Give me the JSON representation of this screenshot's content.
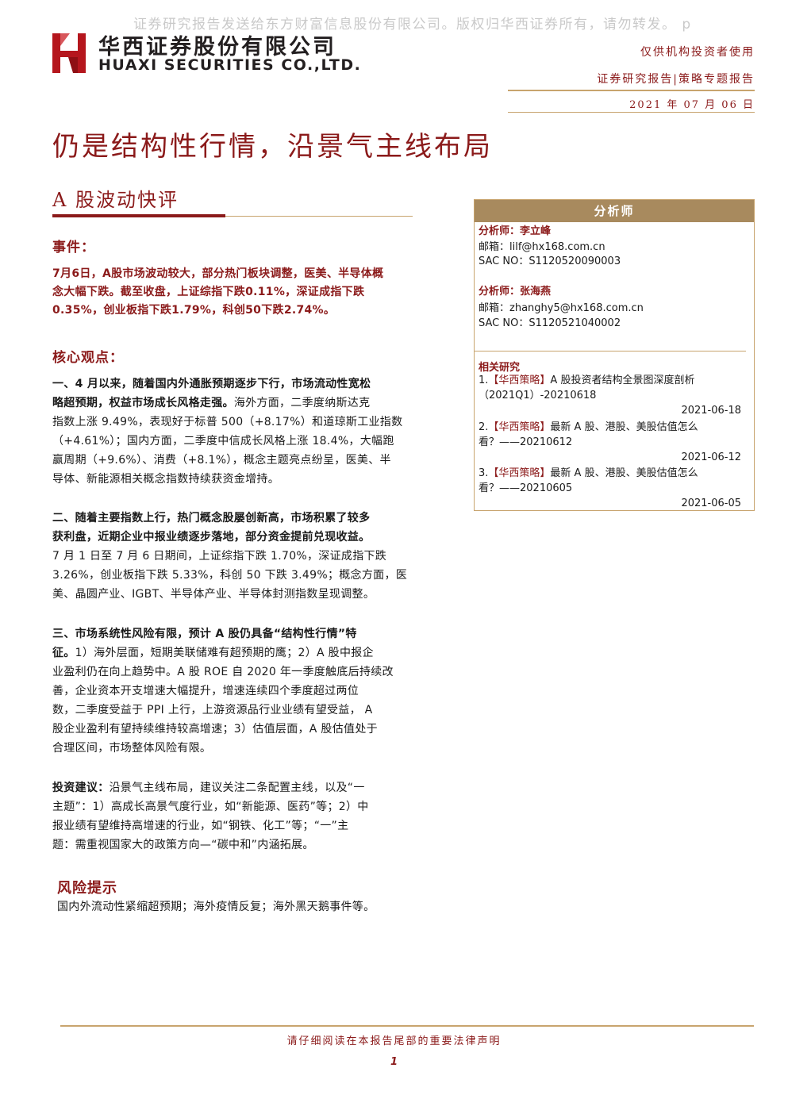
{
  "watermark": "证券研究报告发送给东方财富信息股份有限公司。版权归华西证券所有，请勿转发。 p",
  "header": {
    "company_cn": "华西证券股份有限公司",
    "company_en": "HUAXI SECURITIES CO.,LTD.",
    "audience": "仅供机构投资者使用",
    "report_type": "证券研究报告|策略专题报告",
    "date": "2021 年 07 月 06 日",
    "brand_color": "#8b1a1a",
    "accent_color": "#c8a46e"
  },
  "title": "仍是结构性行情，沿景气主线布局",
  "subtitle": "A 股波动快评",
  "event": {
    "heading": "事件：",
    "lines": [
      "7月6日，A股市场波动较大，部分热门板块调整，医美、半导体概",
      "念大幅下跌。截至收盘，上证综指下跌0.11%，深证成指下跌",
      "0.35%，创业板指下跌1.79%，科创50下跌2.74%。"
    ]
  },
  "core": {
    "heading": "核心观点：",
    "p1_lines": [
      {
        "bold": "一、4 月以来，随着国内外通胀预期逐步下行，市场流动性宽松",
        "text": ""
      },
      {
        "bold": "略超预期，权益市场成长风格走强。",
        "text": "海外方面，二季度纳斯达克"
      },
      {
        "bold": "",
        "text": "指数上涨 9.49%，表现好于标普 500（+8.17%）和道琼斯工业指数"
      },
      {
        "bold": "",
        "text": "（+4.61%）；国内方面，二季度中信成长风格上涨 18.4%，大幅跑"
      },
      {
        "bold": "",
        "text": "赢周期（+9.6%）、消费（+8.1%），概念主题亮点纷呈，医美、半"
      },
      {
        "bold": "",
        "text": "导体、新能源相关概念指数持续获资金增持。"
      }
    ],
    "p2_lines": [
      {
        "bold": "二、随着主要指数上行，热门概念股屡创新高，市场积累了较多",
        "text": ""
      },
      {
        "bold": "获利盘，近期企业中报业绩逐步落地，部分资金提前兑现收益。",
        "text": ""
      },
      {
        "bold": "",
        "text": "7 月 1 日至 7 月 6 日期间，上证综指下跌 1.70%，深证成指下跌"
      },
      {
        "bold": "",
        "text": "3.26%，创业板指下跌 5.33%，科创 50 下跌 3.49%；概念方面，医"
      },
      {
        "bold": "",
        "text": "美、晶圆产业、IGBT、半导体产业、半导体封测指数呈现调整。"
      }
    ],
    "p3_lines": [
      {
        "bold": "三、市场系统性风险有限，预计 A 股仍具备“结构性行情”特",
        "text": ""
      },
      {
        "bold": "征。",
        "text": "1）海外层面，短期美联储难有超预期的鹰；2）A 股中报企"
      },
      {
        "bold": "",
        "text": "业盈利仍在向上趋势中。A 股 ROE 自 2020 年一季度触底后持续改"
      },
      {
        "bold": "",
        "text": "善，企业资本开支增速大幅提升，增速连续四个季度超过两位"
      },
      {
        "bold": "",
        "text": "数，二季度受益于 PPI 上行，上游资源品行业业绩有望受益， A"
      },
      {
        "bold": "",
        "text": "股企业盈利有望持续维持较高增速；3）估值层面，A 股估值处于"
      },
      {
        "bold": "",
        "text": "合理区间，市场整体风险有限。"
      }
    ],
    "p4_lines": [
      {
        "bold": "投资建议：",
        "text": "沿景气主线布局，建议关注二条配置主线，以及“一"
      },
      {
        "bold": "",
        "text": "主题”：1）高成长高景气度行业，如“新能源、医药”等；2）中"
      },
      {
        "bold": "",
        "text": "报业绩有望维持高增速的行业，如“钢铁、化工”等；“一”主"
      },
      {
        "bold": "",
        "text": "题：需重视国家大的政策方向—“碳中和”内涵拓展。"
      }
    ]
  },
  "risk": {
    "heading": "风险提示",
    "text": "国内外流动性紧缩超预期；海外疫情反复；海外黑天鹅事件等。"
  },
  "sidebar": {
    "heading": "分析师",
    "analysts": [
      {
        "name": "分析师：李立峰",
        "email": "邮箱：lilf@hx168.com.cn",
        "sac": "SAC NO：S1120520090003"
      },
      {
        "name": "分析师：张海燕",
        "email": "邮箱：zhanghy5@hx168.com.cn",
        "sac": "SAC NO：S1120521040002"
      }
    ],
    "related_heading": "相关研究",
    "related": [
      {
        "num": "1.",
        "tag": "【华西策略】",
        "line1": "A 股投资者结构全景图深度剖析",
        "line2": "（2021Q1）-20210618",
        "date": "2021-06-18"
      },
      {
        "num": "2.",
        "tag": "【华西策略】",
        "line1": "最新 A 股、港股、美股估值怎么",
        "line2": "看？——20210612",
        "date": "2021-06-12"
      },
      {
        "num": "3.",
        "tag": "【华西策略】",
        "line1": "最新 A 股、港股、美股估值怎么",
        "line2": "看？——20210605",
        "date": "2021-06-05"
      }
    ]
  },
  "footer": {
    "notice": "请仔细阅读在本报告尾部的重要法律声明",
    "page": "1"
  }
}
